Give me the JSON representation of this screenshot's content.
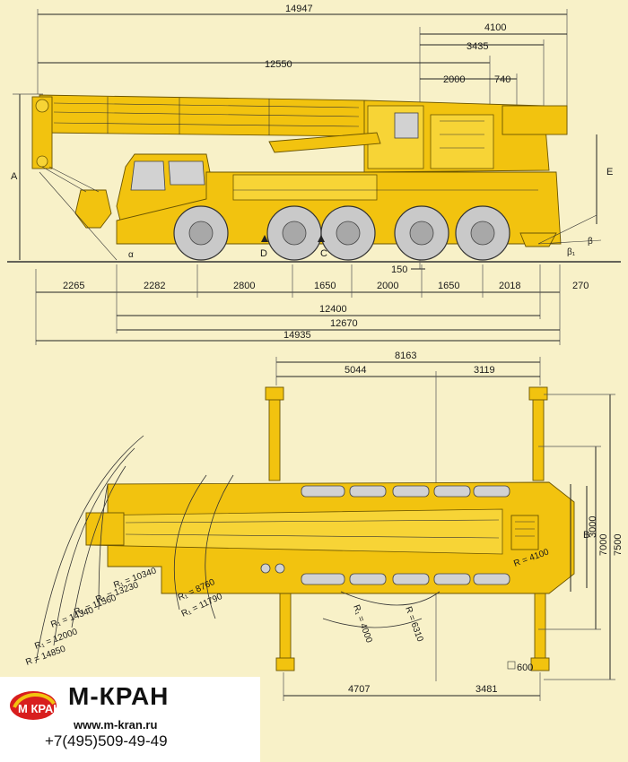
{
  "side_view": {
    "top_dims": [
      "14947",
      "4100",
      "3435",
      "12550",
      "2000",
      "740"
    ],
    "bottom_chain": [
      "2265",
      "2282",
      "2800",
      "1650",
      "2000",
      "1650",
      "2018",
      "270"
    ],
    "bottom_totals": [
      "12400",
      "12670",
      "14935"
    ],
    "small_dim": "150",
    "labels": {
      "A": "A",
      "D": "D",
      "C": "C",
      "E": "E",
      "alpha": "α",
      "beta": "β",
      "beta1": "β₁"
    }
  },
  "top_view": {
    "top_dims": [
      "8163",
      "5044",
      "3119"
    ],
    "bottom_dims": [
      "4707",
      "3481"
    ],
    "right_dims": [
      "B",
      "3000",
      "7000",
      "7500"
    ],
    "corner_dim": "600",
    "radii": [
      "R₁ = 10340",
      "R₁ = 13230",
      "R₁ = 11560",
      "R₁ = 14340",
      "R₁ = 12000",
      "R = 14850",
      "R₁ = 8760",
      "R₁ = 11790",
      "R₁ = 4000",
      "R = 6310",
      "R = 4100"
    ]
  },
  "brand": {
    "logo_text": "М КРАН",
    "name": "М-КРАН",
    "website": "www.m-kran.ru",
    "phone": "+7(495)509-49-49"
  },
  "colors": {
    "background": "#f8f1c8",
    "crane": "#f2c30f",
    "tyre": "#c9c9c9"
  }
}
